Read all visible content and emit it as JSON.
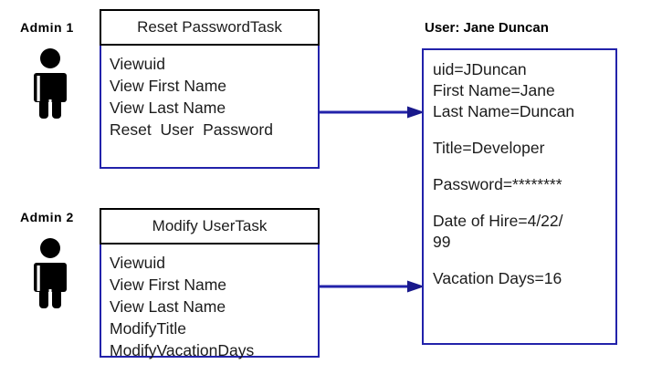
{
  "diagram": {
    "accent_color": "#2222aa",
    "line_color": "#000000",
    "background": "#ffffff"
  },
  "actors": [
    {
      "label": "Admin 1",
      "icon": "person-icon"
    },
    {
      "label": "Admin 2",
      "icon": "person-icon"
    }
  ],
  "tasks": [
    {
      "title": "Reset PasswordTask",
      "items": [
        "Viewuid",
        "View First Name",
        "View Last Name",
        "Reset  User  Password"
      ]
    },
    {
      "title": "Modify UserTask",
      "items": [
        "Viewuid",
        "View First Name",
        "View Last Name",
        "ModifyTitle",
        "ModifyVacationDays"
      ]
    }
  ],
  "user_object": {
    "title": "User: Jane Duncan",
    "groups": [
      [
        "uid=JDuncan",
        "First Name=Jane",
        "Last Name=Duncan"
      ],
      [
        "Title=Developer"
      ],
      [
        "Password=********"
      ],
      [
        "Date of Hire=4/22/",
        "99"
      ],
      [
        "Vacation Days=16"
      ]
    ]
  },
  "arrows": [
    {
      "from": "Reset PasswordTask",
      "to": "User: Jane Duncan"
    },
    {
      "from": "Modify UserTask",
      "to": "User: Jane Duncan"
    }
  ]
}
